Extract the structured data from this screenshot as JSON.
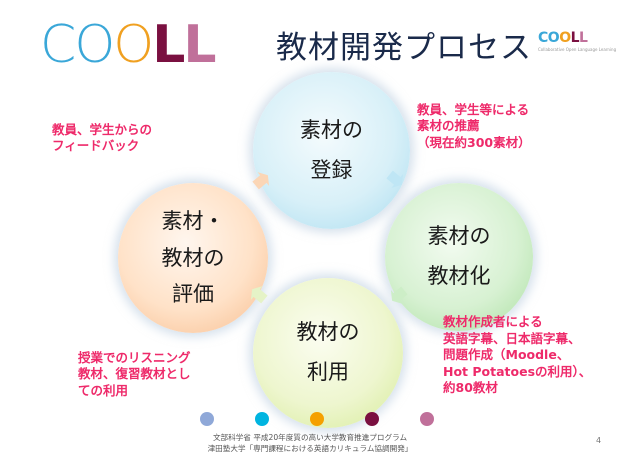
{
  "header": {
    "logo_text": "COOLL",
    "title": "教材開発プロセス",
    "small_logo_text": "COOLL",
    "small_logo_tagline": "Collaborative Open Language Learning"
  },
  "cycle": {
    "top": {
      "line1": "素材の",
      "line2": "登録"
    },
    "right": {
      "line1": "素材の",
      "line2": "教材化"
    },
    "bottom": {
      "line1": "教材の",
      "line2": "利用"
    },
    "left": {
      "line1": "素材・",
      "line2": "教材の",
      "line3": "評価"
    }
  },
  "notes": {
    "top_left": [
      "教員、学生からの",
      "フィードバック"
    ],
    "top_right": [
      "教員、学生等による",
      "素材の推薦",
      "（現在約300素材）"
    ],
    "bottom_right": [
      "教材作成者による",
      "英語字幕、日本語字幕、",
      "問題作成（Moodle、",
      "Hot Potatoesの利用）、",
      "約80教材"
    ],
    "bottom_left": [
      "授業でのリスニング",
      "教材、復習教材とし",
      "ての利用"
    ]
  },
  "decor_dot_colors": [
    "#8fa8d8",
    "#00b4e0",
    "#f5a000",
    "#7a1040",
    "#c0709a"
  ],
  "footer": {
    "line1": "文部科学省 平成20年度質の高い大学教育推進プログラム",
    "line2": "津田塾大学「専門課程における英語カリキュラム協調開発」"
  },
  "page_number": "4"
}
